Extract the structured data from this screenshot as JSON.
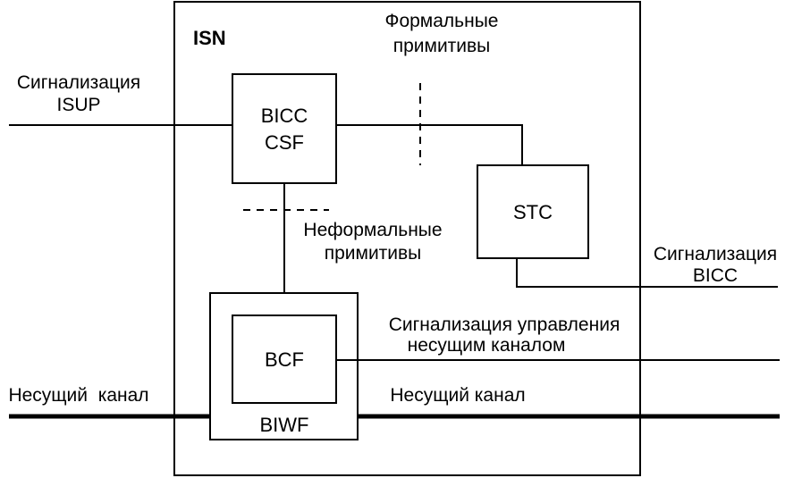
{
  "isn": {
    "label": "ISN"
  },
  "formal_primitives": {
    "line1": "Формальные",
    "line2": "примитивы"
  },
  "informal_primitives": {
    "line1": "Неформальные",
    "line2": "примитивы"
  },
  "isup_signaling": {
    "line1": "Сигнализация",
    "line2": "ISUP"
  },
  "bicc_signaling": {
    "line1": "Сигнализация",
    "line2": "BICC"
  },
  "bearer_control_signaling": {
    "line1": "Сигнализация управления",
    "line2": "несущим каналом"
  },
  "bearer_channel_left": {
    "label": "Несущий  канал"
  },
  "bearer_channel_right": {
    "label": "Несущий канал"
  },
  "bicc_csf": {
    "line1": "BICC",
    "line2": "CSF"
  },
  "stc": {
    "label": "STC"
  },
  "bcf": {
    "label": "BCF"
  },
  "biwf": {
    "label": "BIWF"
  }
}
